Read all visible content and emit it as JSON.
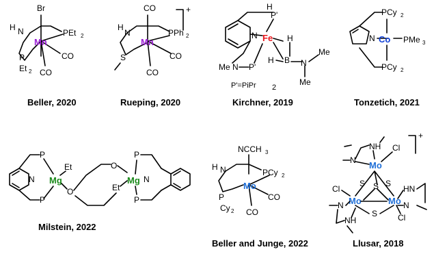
{
  "colors": {
    "mn": "#9b1fd6",
    "fe": "#e8151b",
    "co": "#1040d8",
    "mg": "#1a8a1a",
    "mo": "#1f6fd8"
  },
  "captions": {
    "c1": "Beller, 2020",
    "c2": "Rueping, 2020",
    "c3": "Kirchner, 2019",
    "c4": "Tonzetich, 2021",
    "c5": "Milstein, 2022",
    "c6": "Beller and Junge, 2022",
    "c7": "Llusar, 2018"
  },
  "labels": {
    "br": "Br",
    "n": "N",
    "h": "H",
    "p": "P",
    "pet2": "PEt",
    "et2": "Et",
    "sub2": "2",
    "mn": "Mn",
    "co_ligand": "CO",
    "pph2": "PPh",
    "s": "S",
    "charge": "+",
    "pprime": "P'",
    "fe": "Fe",
    "me": "Me",
    "nme": "N",
    "b": "B",
    "pprime_def": "P'=PiPr",
    "pcy2": "PCy",
    "cobalt": "Co",
    "pme3": "PMe",
    "sub3": "3",
    "et": "Et",
    "o": "O",
    "mg": "Mg",
    "ncch3": "NCCH",
    "mo": "Mo",
    "cy2": "Cy",
    "cl": "Cl",
    "hn": "HN",
    "nh": "NH"
  }
}
